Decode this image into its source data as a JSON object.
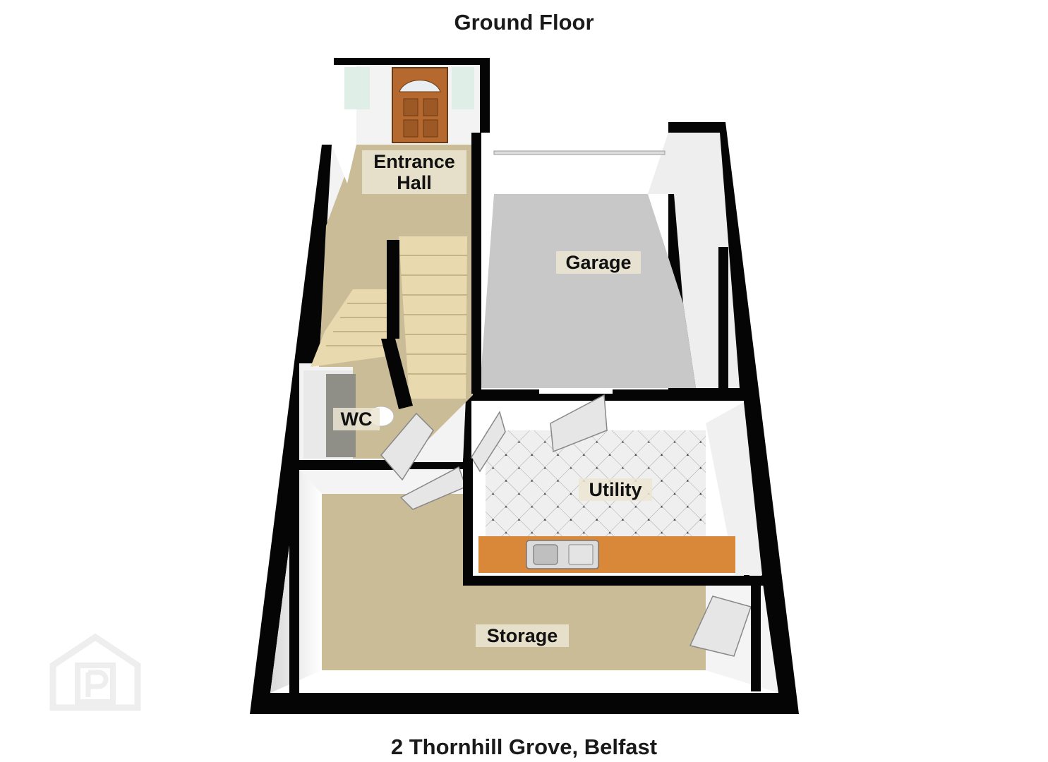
{
  "floor_title": "Ground Floor",
  "address": "2 Thornhill Grove, Belfast",
  "rooms": {
    "entrance_hall": "Entrance\nHall",
    "garage": "Garage",
    "wc": "WC",
    "utility": "Utility",
    "storage": "Storage"
  },
  "colors": {
    "wall": "#050505",
    "wall_face": "#f2f2f2",
    "carpet": "#c9bc97",
    "garage_floor": "#c8c8c8",
    "utility_floor": "#ececec",
    "worktop": "#d9883a",
    "stairs": "#e9d9ae",
    "door_wood": "#b5692f"
  }
}
